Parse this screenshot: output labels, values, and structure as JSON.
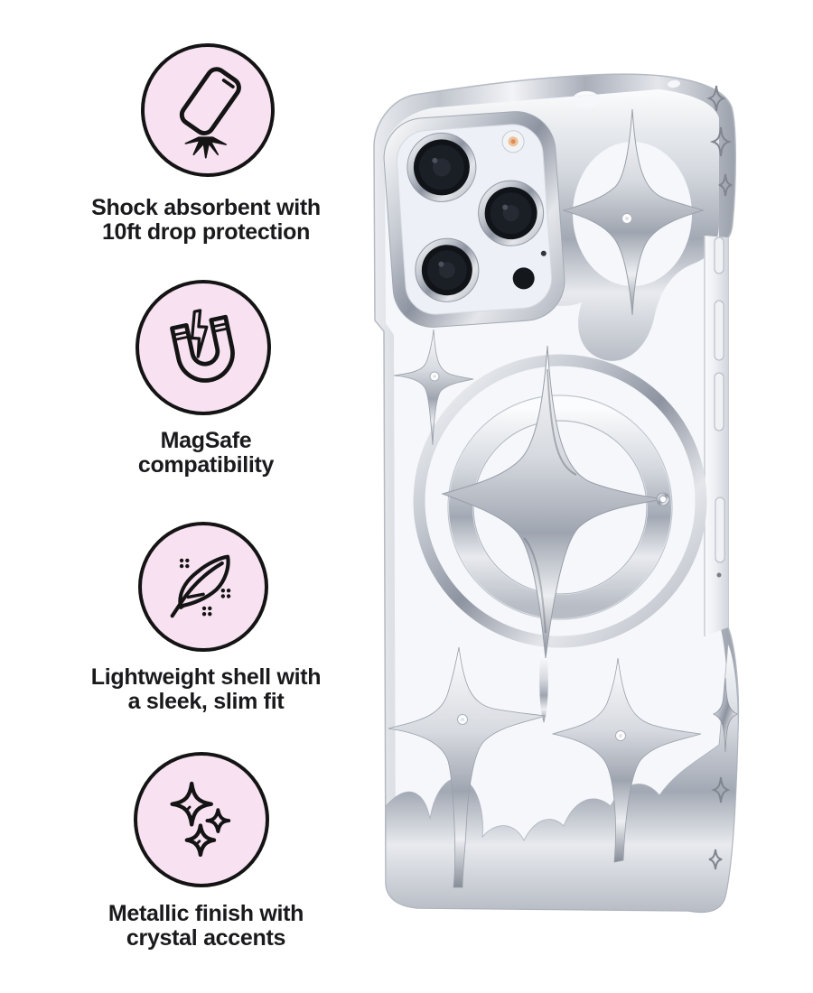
{
  "page": {
    "background": "#ffffff"
  },
  "colors": {
    "icon_circle_fill": "#f8e2f2",
    "icon_stroke": "#141414",
    "caption_text": "#1a1a1c",
    "metal_light": "#f4f5f8",
    "metal_mid": "#b9bec7",
    "metal_dark": "#8b919c",
    "interior_white": "#f5f7fb",
    "flash_amber": "#e08a56"
  },
  "features": [
    {
      "icon": "phone-drop-icon",
      "lines": [
        "Shock absorbent with",
        "10ft drop protection"
      ]
    },
    {
      "icon": "magnet-icon",
      "lines": [
        "MagSafe",
        "compatibility"
      ]
    },
    {
      "icon": "feather-icon",
      "lines": [
        "Lightweight shell with",
        "a sleek, slim fit"
      ]
    },
    {
      "icon": "sparkles-icon",
      "lines": [
        "Metallic finish with",
        "crystal accents"
      ]
    }
  ],
  "product": {
    "photo": "silver-metallic-star-magsafe-phone-case",
    "visible_parts": [
      "triple-camera-module",
      "magsafe-ring",
      "four-point-star-cutouts",
      "crystal-accents",
      "side-buttons",
      "engraved-star-bumpers"
    ]
  }
}
